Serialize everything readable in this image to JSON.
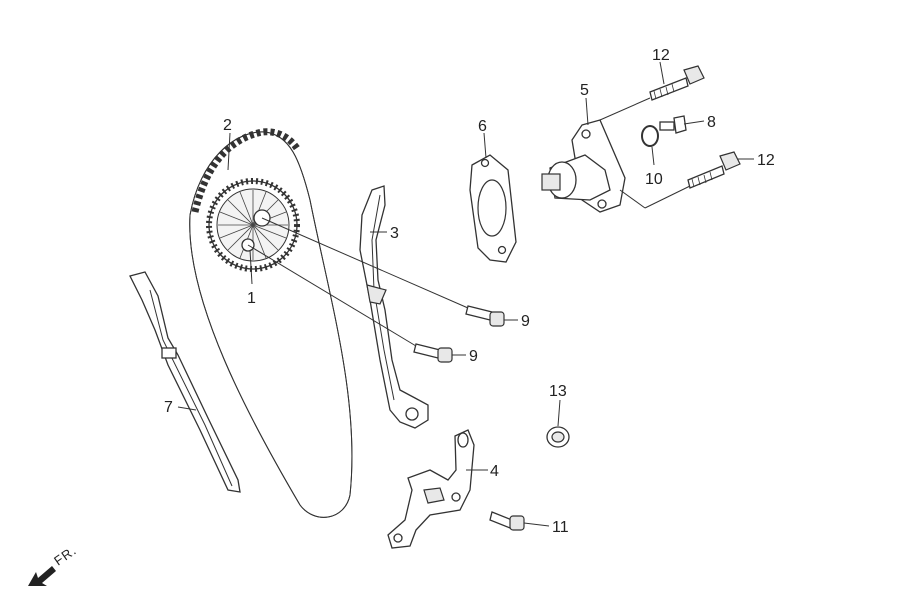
{
  "diagram": {
    "direction_label": "FR.",
    "parts": [
      {
        "id": "cam-sprocket",
        "callout": "1"
      },
      {
        "id": "cam-chain",
        "callout": "2"
      },
      {
        "id": "chain-tensioner-slipper",
        "callout": "3"
      },
      {
        "id": "slipper-bracket",
        "callout": "4"
      },
      {
        "id": "tensioner-lifter",
        "callout": "5"
      },
      {
        "id": "lifter-gasket",
        "callout": "6"
      },
      {
        "id": "chain-guide",
        "callout": "7"
      },
      {
        "id": "sealing-bolt",
        "callout": "8"
      },
      {
        "id": "sprocket-bolt-upper",
        "callout": "9"
      },
      {
        "id": "sprocket-bolt-lower",
        "callout": "9"
      },
      {
        "id": "o-ring",
        "callout": "10"
      },
      {
        "id": "bracket-bolt",
        "callout": "11"
      },
      {
        "id": "lifter-bolt-upper",
        "callout": "12"
      },
      {
        "id": "lifter-bolt-lower",
        "callout": "12"
      },
      {
        "id": "dowel-collar",
        "callout": "13"
      }
    ]
  }
}
